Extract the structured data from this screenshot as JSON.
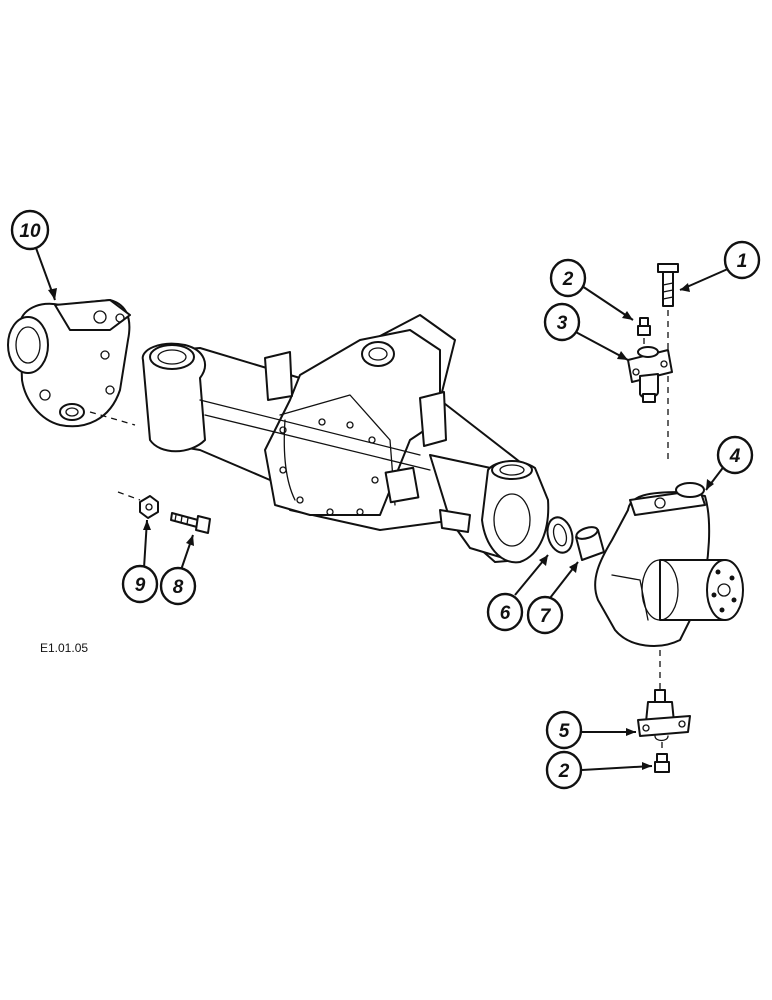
{
  "figure": {
    "reference_code": "E1.01.05",
    "style": "black line-art exploded parts view"
  },
  "callouts": [
    {
      "id": "c10",
      "label": "10",
      "part": "final-drive-housing"
    },
    {
      "id": "c1",
      "label": "1",
      "part": "bolt"
    },
    {
      "id": "c2a",
      "label": "2",
      "part": "grease-nipple-upper"
    },
    {
      "id": "c3",
      "label": "3",
      "part": "upper-kingpin"
    },
    {
      "id": "c4",
      "label": "4",
      "part": "steering-knuckle"
    },
    {
      "id": "c9",
      "label": "9",
      "part": "nut"
    },
    {
      "id": "c8",
      "label": "8",
      "part": "bolt"
    },
    {
      "id": "c6",
      "label": "6",
      "part": "seal"
    },
    {
      "id": "c7",
      "label": "7",
      "part": "bushing"
    },
    {
      "id": "c5",
      "label": "5",
      "part": "lower-kingpin"
    },
    {
      "id": "c2b",
      "label": "2",
      "part": "grease-nipple-lower"
    }
  ]
}
